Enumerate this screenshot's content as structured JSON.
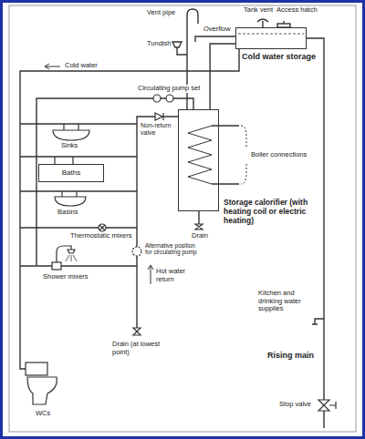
{
  "diagram": {
    "nodes": [
      {
        "text": [
          "Cold water storage"
        ]
      },
      {
        "text": [
          "Storage calorifier (with heating coil or electric heating)"
        ]
      },
      {
        "text": [
          "Baths"
        ]
      }
    ],
    "edges": [
      {
        "from": 0,
        "to": 1,
        "arrow": "none"
      }
    ],
    "labels": [
      "Vent pipe",
      "Tundish",
      "Overflow",
      "Tank vent",
      "Access hatch",
      "Cold water",
      "Circulating pump set",
      "Non-return valve",
      "Boiler connections",
      "Sinks",
      "Drain",
      "Basins",
      "Thermostatic mixers",
      "Alternative position for circulating pump",
      "Hot water return",
      "Shower mixers",
      "Kitchen and drinking water supplies",
      "Drain (at lowest point)",
      "Rising main",
      "Stop valve",
      "WCs"
    ]
  }
}
